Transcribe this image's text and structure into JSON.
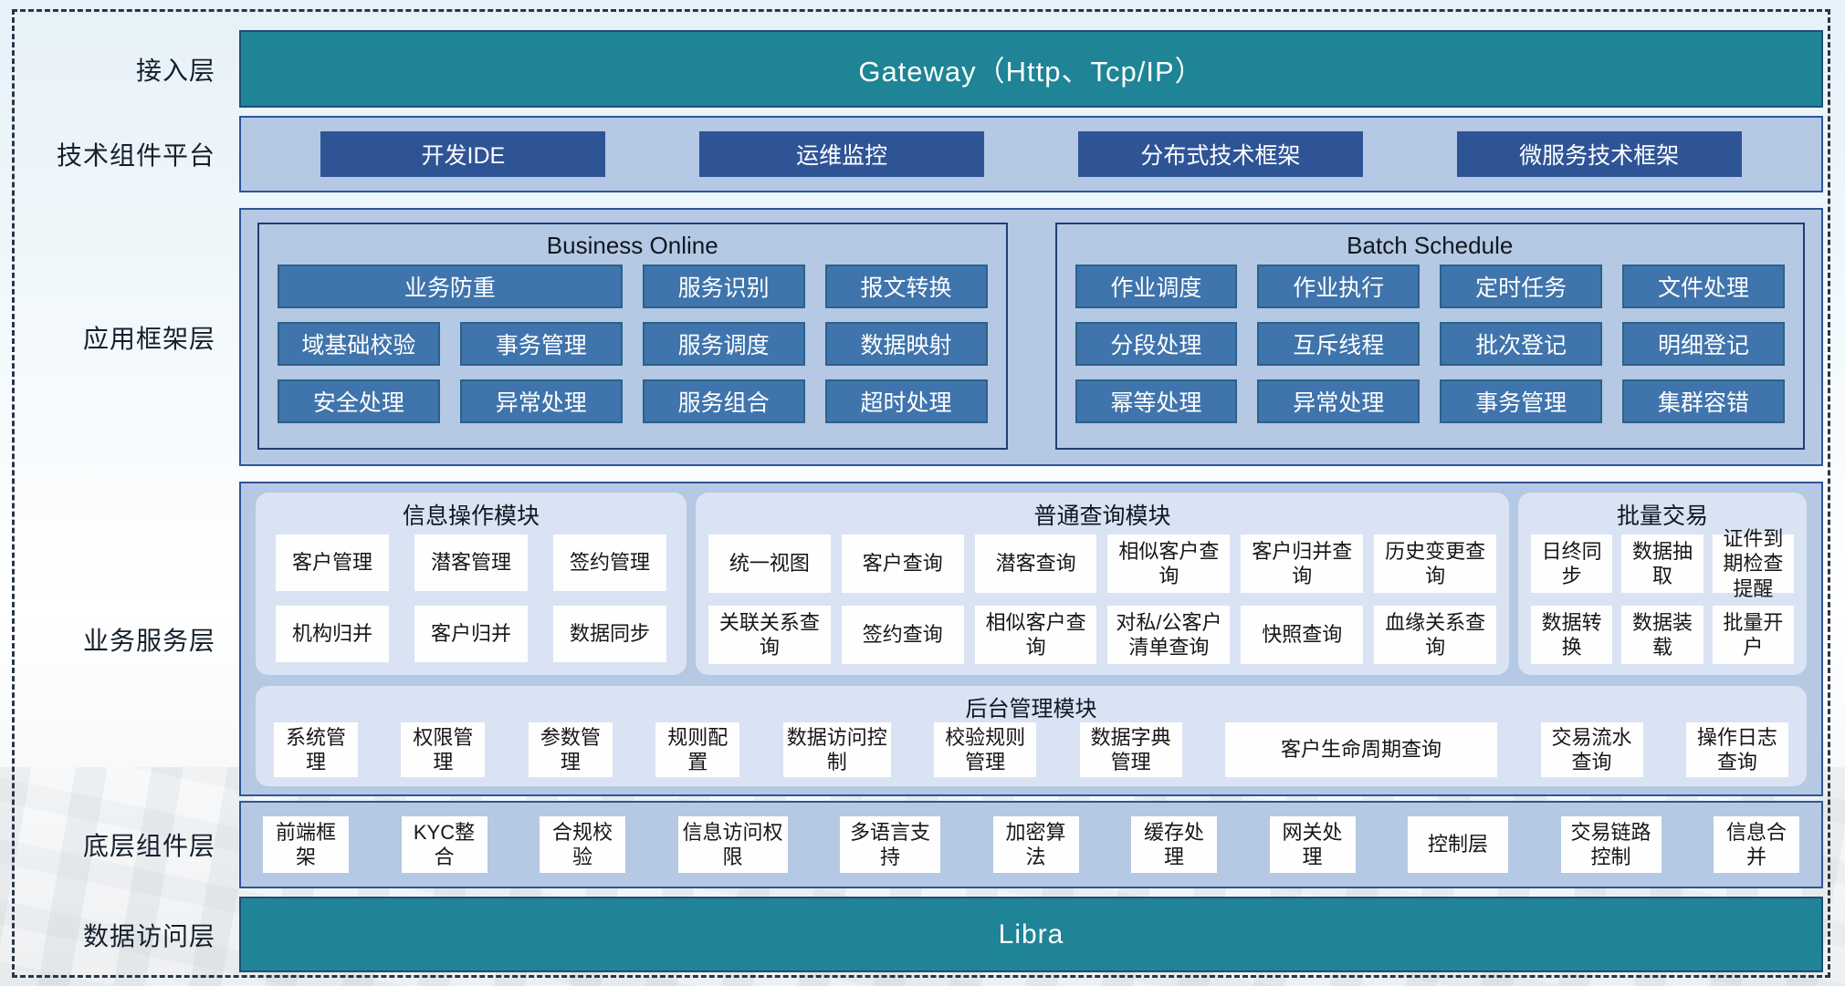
{
  "meta": {
    "diagram_type": "layered-architecture"
  },
  "colors": {
    "teal_bar": "#1E8496",
    "dark_blue_button": "#2F5496",
    "panel_blue": "#B5C8E4",
    "mid_blue_box": "#3F74AC",
    "mid_blue_border": "#2B6289",
    "sub_panel_blue": "#D9E3F3",
    "white_box": "#FEFEFE",
    "frame_dash": "#2A3647"
  },
  "layers": {
    "access": {
      "label": "接入层",
      "gateway": "Gateway（Http、Tcp/IP）"
    },
    "tech_platform": {
      "label": "技术组件平台",
      "items": [
        "开发IDE",
        "运维监控",
        "分布式技术框架",
        "微服务技术框架"
      ]
    },
    "app_framework": {
      "label": "应用框架层",
      "business_online": {
        "title": "Business Online",
        "row1_wide": "业务防重",
        "row1": [
          "服务识别",
          "报文转换"
        ],
        "row2": [
          "域基础校验",
          "事务管理",
          "服务调度",
          "数据映射"
        ],
        "row3": [
          "安全处理",
          "异常处理",
          "服务组合",
          "超时处理"
        ]
      },
      "batch_schedule": {
        "title": "Batch Schedule",
        "row1": [
          "作业调度",
          "作业执行",
          "定时任务",
          "文件处理"
        ],
        "row2": [
          "分段处理",
          "互斥线程",
          "批次登记",
          "明细登记"
        ],
        "row3": [
          "幂等处理",
          "异常处理",
          "事务管理",
          "集群容错"
        ]
      }
    },
    "business_service": {
      "label": "业务服务层",
      "info_ops": {
        "title": "信息操作模块",
        "boxes": [
          "客户管理",
          "潜客管理",
          "签约管理",
          "机构归并",
          "客户归并",
          "数据同步"
        ]
      },
      "common_query": {
        "title": "普通查询模块",
        "boxes": [
          "统一视图",
          "客户查询",
          "潜客查询",
          "相似客户查询",
          "客户归并查询",
          "历史变更查询",
          "关联关系查询",
          "签约查询",
          "相似客户查询",
          "对私/公客户清单查询",
          "快照查询",
          "血缘关系查询"
        ]
      },
      "batch_trade": {
        "title": "批量交易",
        "boxes": [
          "日终同步",
          "数据抽取",
          "证件到期检查提醒",
          "数据转换",
          "数据装载",
          "批量开户"
        ]
      },
      "admin": {
        "title": "后台管理模块",
        "boxes": [
          "系统管理",
          "权限管理",
          "参数管理",
          "规则配置",
          "数据访问控制",
          "校验规则管理",
          "数据字典管理",
          "客户生命周期查询",
          "交易流水查询",
          "操作日志查询"
        ]
      }
    },
    "base_components": {
      "label": "底层组件层",
      "boxes": [
        "前端框架",
        "KYC整合",
        "合规校验",
        "信息访问权限",
        "多语言支持",
        "加密算法",
        "缓存处理",
        "网关处理",
        "控制层",
        "交易链路控制",
        "信息合并"
      ]
    },
    "data_access": {
      "label": "数据访问层",
      "bar": "Libra"
    }
  }
}
